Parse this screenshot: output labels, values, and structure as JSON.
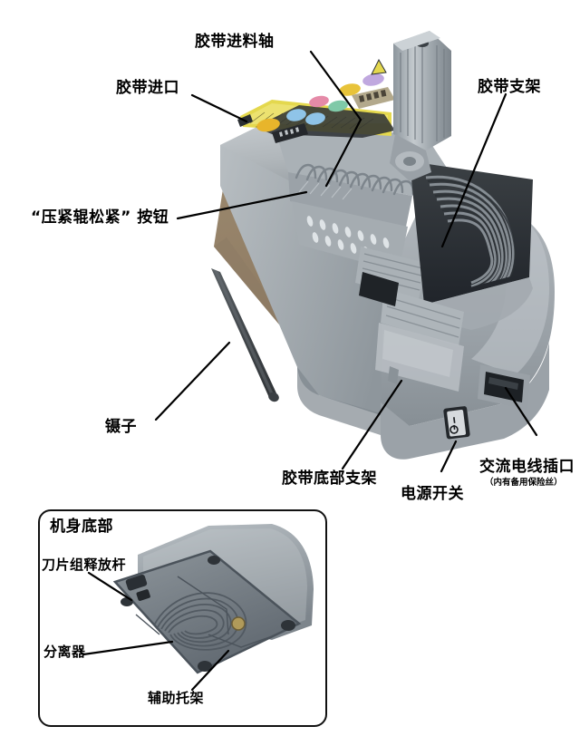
{
  "page": {
    "background": "#ffffff",
    "type": "product-annotation-diagram",
    "subject": "automatic tape dispenser / tape cutting machine"
  },
  "photo": {
    "device_body_color": "#a9aeb2",
    "device_shadow_color": "#6f767c",
    "table_color": "#9d8a6f",
    "panel_strip_color": "#e8d94a",
    "tweezers_color": "#4a4f52",
    "buttons": [
      {
        "name": "button-yellow-left",
        "color": "#e8b52b"
      },
      {
        "name": "button-blue-1",
        "color": "#8fc4e8"
      },
      {
        "name": "button-blue-2",
        "color": "#8fc4e8"
      },
      {
        "name": "button-pink",
        "color": "#e58aa8"
      },
      {
        "name": "button-green",
        "color": "#7fc9a8"
      },
      {
        "name": "button-yellow-right",
        "color": "#e8c33a"
      },
      {
        "name": "button-purple",
        "color": "#c0a8df"
      }
    ]
  },
  "callouts": {
    "tape_feed_shaft": "胶带进料轴",
    "tape_inlet": "胶带进口",
    "press_roller_button": "“压紧辊松紧” 按钮",
    "tape_bracket": "胶带支架",
    "tweezers": "镊子",
    "tape_bottom_bracket": "胶带底部支架",
    "power_switch": "电源开关",
    "ac_socket": "交流电线插口",
    "ac_socket_note": "（内有备用保险丝）"
  },
  "inset": {
    "title": "机身底部",
    "callouts": {
      "blade_release_lever": "刀片组释放杆",
      "separator": "分离器",
      "auxiliary_bracket": "辅助托架"
    }
  },
  "switch": {
    "on_mark": "I",
    "off_mark": "O"
  }
}
